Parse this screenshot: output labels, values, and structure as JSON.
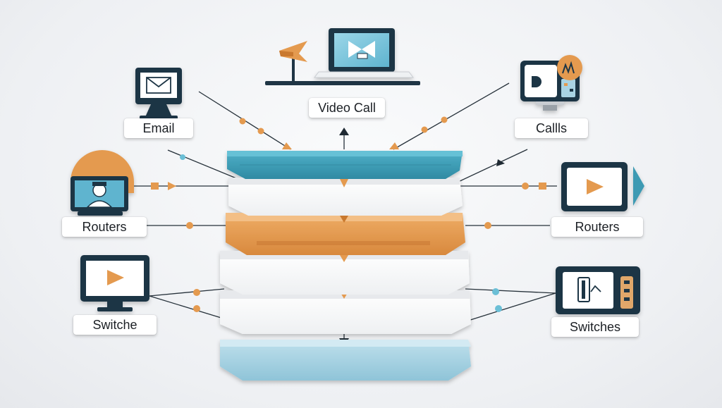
{
  "labels": {
    "video_call": "Video Call",
    "email": "Email",
    "calls": "Callls",
    "routers_left": "Routers",
    "routers_right": "Routers",
    "switche": "Switche",
    "switches": "Switches"
  },
  "colors": {
    "teal": "#3c9ab3",
    "teal_dark": "#2a7c94",
    "orange": "#e49a4f",
    "orange_dark": "#c9792f",
    "navy": "#1f3545",
    "white": "#ffffff",
    "light_blue": "#a9d3e3",
    "line": "#26313a"
  },
  "icons": {
    "video_call": "laptop-video-icon",
    "email": "monitor-email-icon",
    "calls": "device-call-icon",
    "routers_left": "monitor-user-icon",
    "routers_right": "monitor-play-icon",
    "switche": "monitor-play-icon",
    "switches": "device-switch-icon",
    "flag": "flag-icon"
  }
}
